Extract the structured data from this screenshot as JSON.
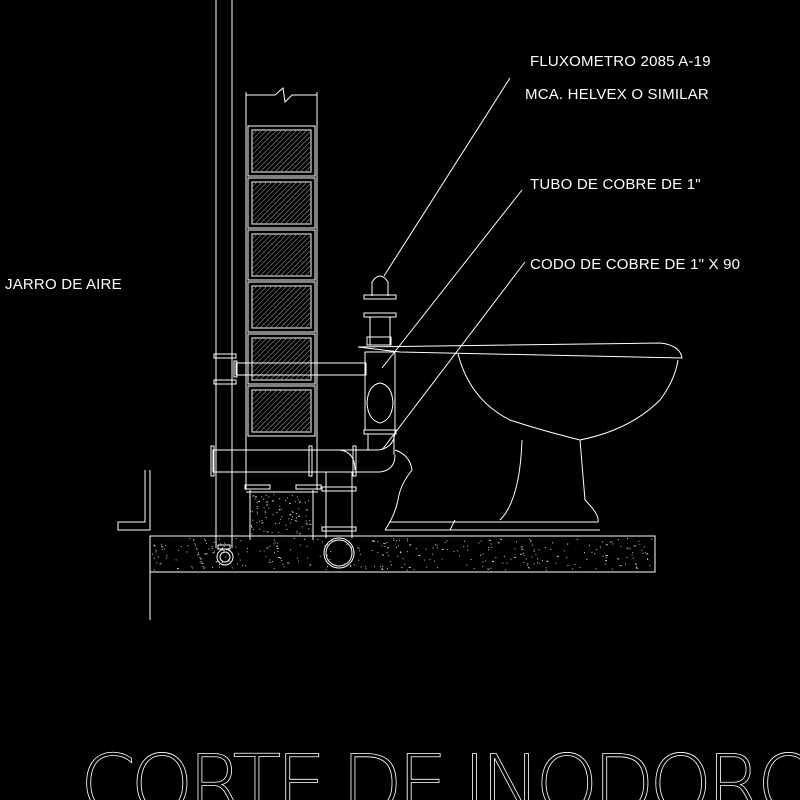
{
  "labels": {
    "flux_line1": "FLUXOMETRO 2085 A-19",
    "flux_line2": "MCA. HELVEX O SIMILAR",
    "tubo": "TUBO DE COBRE DE 1\"",
    "codo": "CODO DE COBRE DE 1\" X 90",
    "jarro": "JARRO DE AIRE"
  },
  "title": "CORTE DE INODORO",
  "colors": {
    "background": "#000000",
    "lines": "#ffffff"
  }
}
